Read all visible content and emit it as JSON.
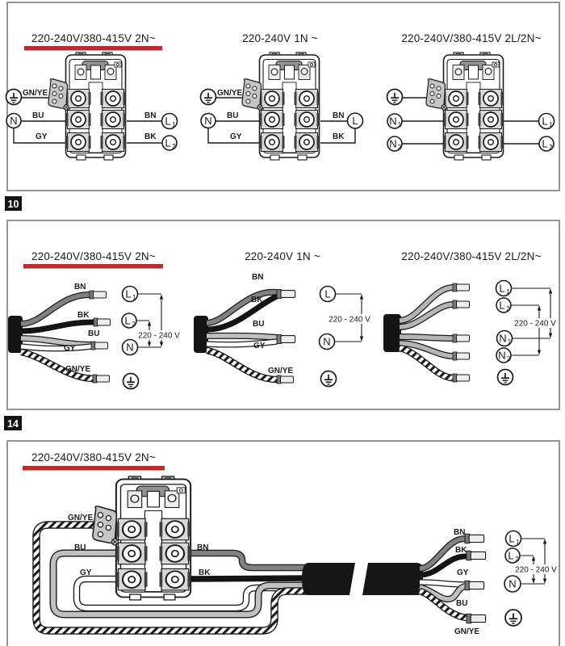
{
  "badges": {
    "b10": "10",
    "b14": "14"
  },
  "titles": {
    "v2n": "220-240V/380-415V 2N~",
    "v1n": "220-240V 1N ~",
    "v2l2n": "220-240V/380-415V 2L/2N~"
  },
  "wires": {
    "bn": "BN",
    "bk": "BK",
    "bu": "BU",
    "gy": "GY",
    "gnye": "GN/YE"
  },
  "terminals": {
    "l": "L",
    "n": "N",
    "sub1": "1",
    "sub2": "2"
  },
  "voltage": "220 - 240 V",
  "icons": {
    "earth": "earth-ground-symbol"
  },
  "colors": {
    "accent_red": "#c4272b",
    "panel_border": "#939598",
    "badge_bg": "#141414",
    "wire_dark_gray": "#7f8183",
    "wire_light_gray": "#bec0c2",
    "wire_black": "#141414",
    "wire_white": "#ffffff"
  }
}
